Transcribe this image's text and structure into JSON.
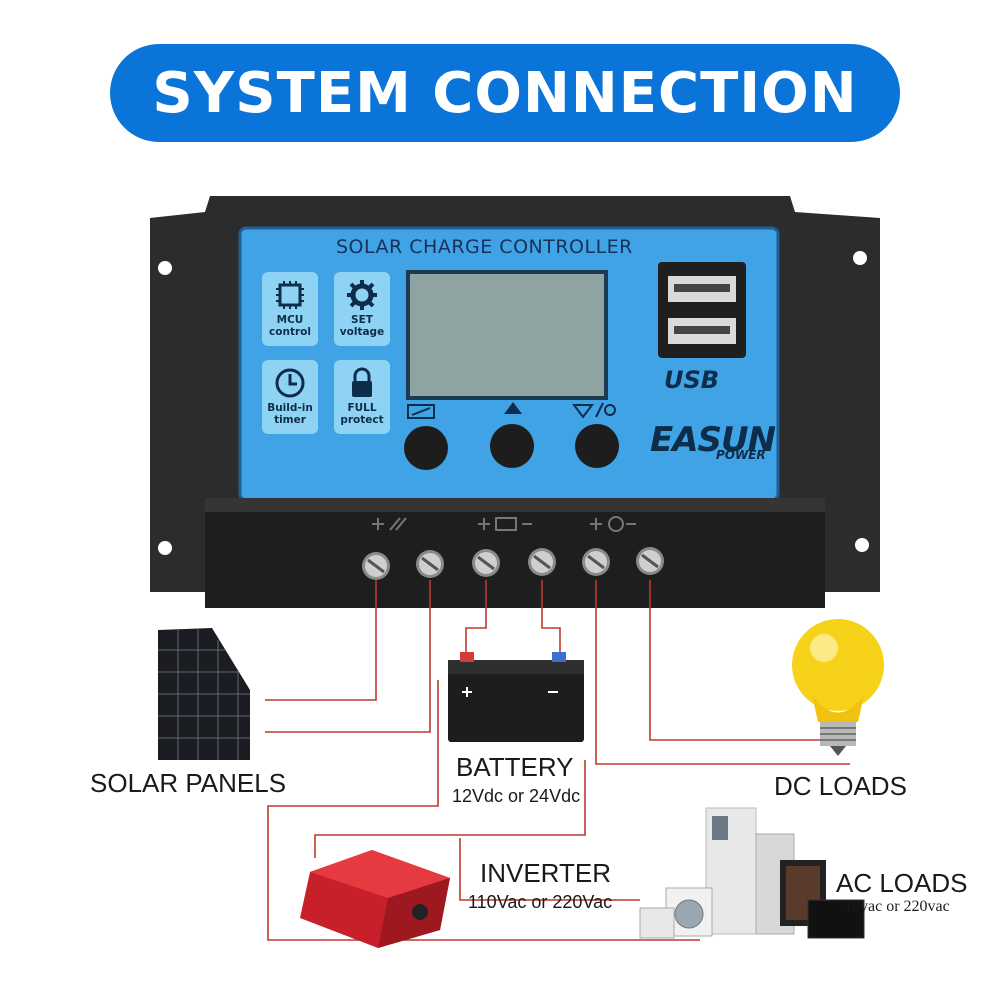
{
  "banner": {
    "title": "SYSTEM CONNECTION"
  },
  "controller": {
    "panel_title": "SOLAR CHARGE CONTROLLER",
    "features": [
      {
        "icon": "chip-icon",
        "label1": "MCU",
        "label2": "control"
      },
      {
        "icon": "gear-icon",
        "label1": "SET",
        "label2": "voltage"
      },
      {
        "icon": "clock-icon",
        "label1": "Build-in",
        "label2": "timer"
      },
      {
        "icon": "lock-icon",
        "label1": "FULL",
        "label2": "protect"
      }
    ],
    "usb_label": "USB",
    "brand_main": "EASUN",
    "brand_sub": "POWER"
  },
  "components": {
    "solar": {
      "label": "SOLAR PANELS"
    },
    "battery": {
      "label": "BATTERY",
      "spec": "12Vdc or 24Vdc"
    },
    "dc_loads": {
      "label": "DC LOADS"
    },
    "inverter": {
      "label": "INVERTER",
      "spec": "110Vac or 220Vac"
    },
    "ac_loads": {
      "label": "AC LOADS",
      "spec": "10vac or 220vac"
    }
  },
  "colors": {
    "accent": "#0b74d8",
    "panel": "#3fa3e6",
    "wire": "#c0392b",
    "housing": "#2b2b2b"
  }
}
